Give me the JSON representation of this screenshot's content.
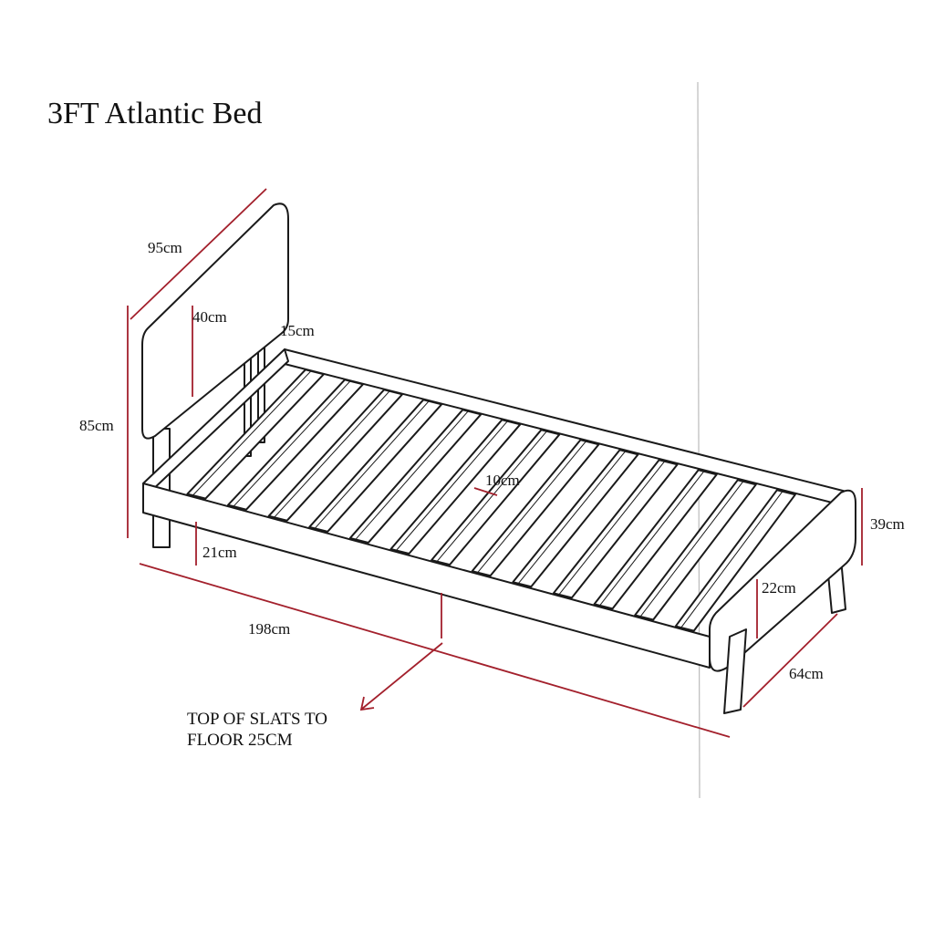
{
  "title": "3FT Atlantic Bed",
  "dimensions": {
    "headboard_width": "95cm",
    "headboard_panel_height": "40cm",
    "headboard_gap": "15cm",
    "total_height": "85cm",
    "slat_gap": "10cm",
    "leg_height_head": "21cm",
    "length": "198cm",
    "footboard_height": "39cm",
    "leg_height_foot": "22cm",
    "width": "64cm"
  },
  "note": {
    "line1": "TOP OF SLATS TO",
    "line2": "FLOOR 25CM"
  },
  "colors": {
    "dimension": "#a3202c",
    "outline": "#1a1a1a"
  },
  "slat_count": 13
}
